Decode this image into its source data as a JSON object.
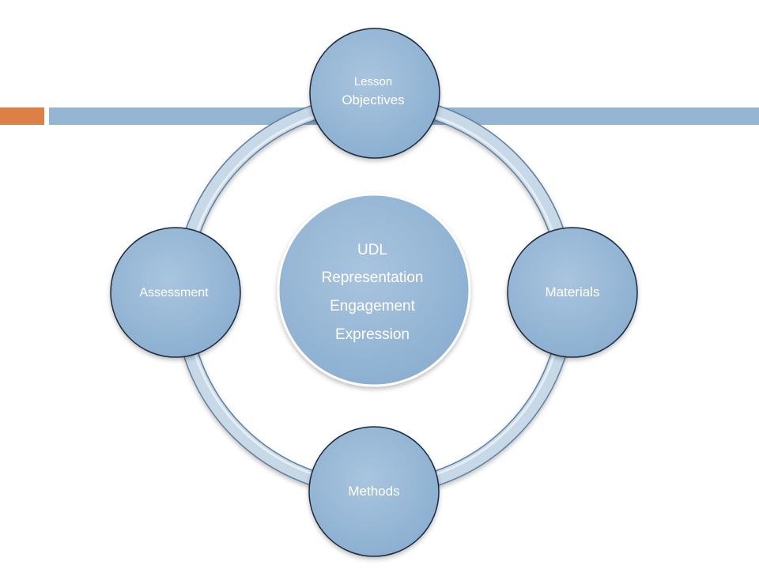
{
  "slide": {
    "accent_color": "#dd8047",
    "bar_color": "#94b6d2",
    "node_fill": "#94b6d2",
    "node_stroke": "#1a2a3a",
    "ring_color": "#c7d8e7"
  },
  "diagram": {
    "type": "cycle",
    "center": {
      "lines": [
        "UDL",
        "Representation",
        "Engagement",
        "Expression"
      ]
    },
    "nodes": [
      {
        "label_lines": [
          "Lesson",
          "Objectives"
        ]
      },
      {
        "label_lines": [
          "Materials"
        ]
      },
      {
        "label_lines": [
          "Methods"
        ]
      },
      {
        "label_lines": [
          "Assessment"
        ]
      }
    ]
  }
}
